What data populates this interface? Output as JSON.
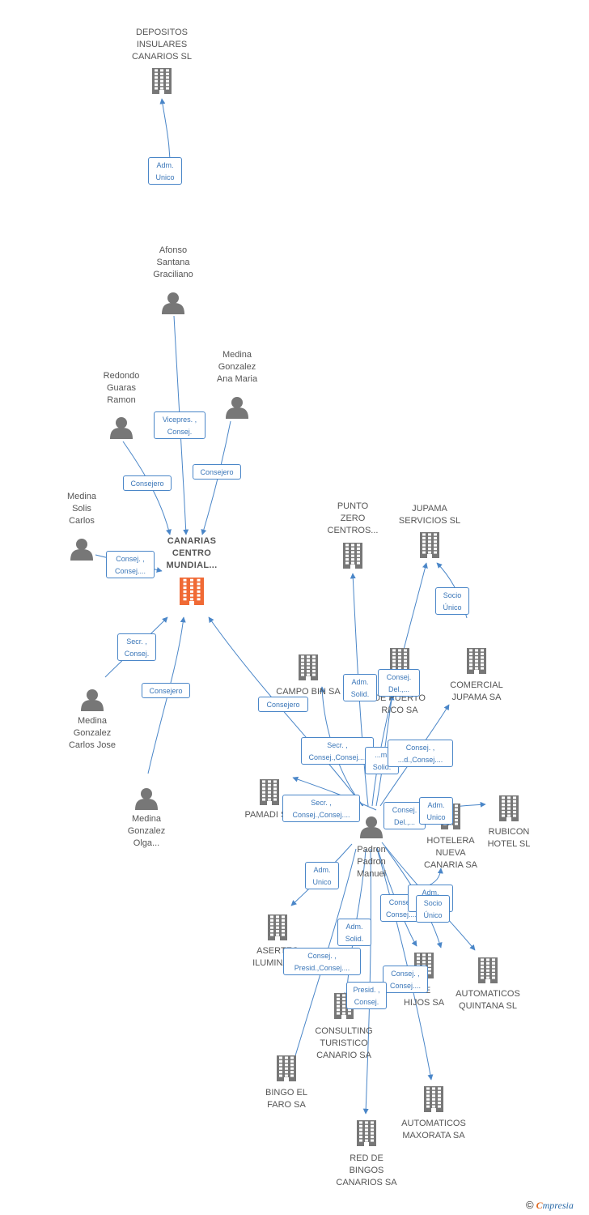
{
  "colors": {
    "edge": "#4a86c8",
    "edge_label_text": "#3a76b8",
    "company_icon": "#777777",
    "center_icon": "#f06a35",
    "person_icon": "#777777",
    "label_text": "#555555"
  },
  "nodes": [
    {
      "id": "depositos",
      "type": "company",
      "lines": [
        "DEPOSITOS",
        "INSULARES",
        "CANARIOS SL"
      ]
    },
    {
      "id": "afonso",
      "type": "person",
      "lines": [
        "Afonso",
        "Santana",
        "Graciliano"
      ]
    },
    {
      "id": "redondo",
      "type": "person",
      "lines": [
        "Redondo",
        "Guaras",
        "Ramon"
      ]
    },
    {
      "id": "medina_ana",
      "type": "person",
      "lines": [
        "Medina",
        "Gonzalez",
        "Ana Maria"
      ]
    },
    {
      "id": "medina_solis",
      "type": "person",
      "lines": [
        "Medina",
        "Solis",
        "Carlos"
      ]
    },
    {
      "id": "canarias",
      "type": "center",
      "lines": [
        "CANARIAS",
        "CENTRO",
        "MUNDIAL..."
      ]
    },
    {
      "id": "medina_cj",
      "type": "person",
      "lines": [
        "Medina",
        "Gonzalez",
        "Carlos Jose"
      ]
    },
    {
      "id": "medina_olga",
      "type": "person",
      "lines": [
        "Medina",
        "Gonzalez",
        "Olga..."
      ]
    },
    {
      "id": "punto",
      "type": "company",
      "lines": [
        "PUNTO",
        "ZERO",
        "CENTROS..."
      ]
    },
    {
      "id": "jupama_serv",
      "type": "company",
      "lines": [
        "JUPAMA",
        "SERVICIOS SL"
      ]
    },
    {
      "id": "campobin",
      "type": "company",
      "lines": [
        "CAMPO BIN SA"
      ]
    },
    {
      "id": "puertorico",
      "type": "company",
      "lines": [
        "...ES",
        "DE PUERTO",
        "RICO SA"
      ]
    },
    {
      "id": "comercial",
      "type": "company",
      "lines": [
        "COMERCIAL",
        "JUPAMA SA"
      ]
    },
    {
      "id": "pamadi",
      "type": "company",
      "lines": [
        "PAMADI S..."
      ]
    },
    {
      "id": "padron",
      "type": "person",
      "lines": [
        "Padron",
        "Padron",
        "Manuel"
      ]
    },
    {
      "id": "hotelera",
      "type": "company",
      "lines": [
        "HOTELERA",
        "NUEVA",
        "CANARIA SA"
      ]
    },
    {
      "id": "rubicon",
      "type": "company",
      "lines": [
        "RUBICON",
        "HOTEL SL"
      ]
    },
    {
      "id": "asertec",
      "type": "company",
      "lines": [
        "ASERTEC",
        "ILUMINAC..."
      ]
    },
    {
      "id": "hijos",
      "type": "company",
      "lines": [
        "...E",
        "HIJOS SA"
      ]
    },
    {
      "id": "aut_quintana",
      "type": "company",
      "lines": [
        "AUTOMATICOS",
        "QUINTANA SL"
      ]
    },
    {
      "id": "consulting",
      "type": "company",
      "lines": [
        "CONSULTING",
        "TURISTICO",
        "CANARIO SA"
      ]
    },
    {
      "id": "bingo",
      "type": "company",
      "lines": [
        "BINGO EL",
        "FARO SA"
      ]
    },
    {
      "id": "aut_maxorata",
      "type": "company",
      "lines": [
        "AUTOMATICOS",
        "MAXORATA SA"
      ]
    },
    {
      "id": "red",
      "type": "company",
      "lines": [
        "RED DE",
        "BINGOS",
        "CANARIOS SA"
      ]
    }
  ],
  "edge_labels": [
    {
      "id": "e_afonso_dep",
      "lines": [
        "Adm.",
        "Unico"
      ]
    },
    {
      "id": "e_afonso_can",
      "lines": [
        "Vicepres. ,",
        "Consej."
      ]
    },
    {
      "id": "e_redondo_can",
      "lines": [
        "Consejero"
      ]
    },
    {
      "id": "e_ana_can",
      "lines": [
        "Consejero"
      ]
    },
    {
      "id": "e_solis_can",
      "lines": [
        "Consej. ,",
        "Consej...."
      ]
    },
    {
      "id": "e_cj_can",
      "lines": [
        "Secr. ,",
        "Consej."
      ]
    },
    {
      "id": "e_olga_can",
      "lines": [
        "Consejero"
      ]
    },
    {
      "id": "e_comercial_jup",
      "lines": [
        "Socio",
        "Único"
      ]
    },
    {
      "id": "e_padron_camp",
      "lines": [
        "Consejero"
      ]
    },
    {
      "id": "e_padron_punto",
      "lines": [
        "Adm.",
        "Solid."
      ]
    },
    {
      "id": "e_padron_pr",
      "lines": [
        "Consej.",
        "Del.,..."
      ]
    },
    {
      "id": "e_padron_sc",
      "lines": [
        "Secr. ,",
        "Consej.,Consej...."
      ]
    },
    {
      "id": "e_padron_msol",
      "lines": [
        "...m.",
        "Solid."
      ]
    },
    {
      "id": "e_padron_com",
      "lines": [
        "Consej. ,",
        "...d.,Consej...."
      ]
    },
    {
      "id": "e_padron_pam",
      "lines": [
        "Secr. ,",
        "Consej.,Consej...."
      ]
    },
    {
      "id": "e_padron_cdel",
      "lines": [
        "Consej.",
        "Del.,..."
      ]
    },
    {
      "id": "e_padron_rub",
      "lines": [
        "Adm.",
        "Unico"
      ]
    },
    {
      "id": "e_padron_ase",
      "lines": [
        "Adm.",
        "Unico"
      ]
    },
    {
      "id": "e_padron_cons1",
      "lines": [
        "Consej.",
        "Consej...."
      ]
    },
    {
      "id": "e_padron_adm2",
      "lines": [
        "Adm.",
        "M..."
      ]
    },
    {
      "id": "e_padron_socio",
      "lines": [
        "Socio",
        "Único"
      ]
    },
    {
      "id": "e_padron_adms",
      "lines": [
        "Adm.",
        "Solid."
      ]
    },
    {
      "id": "e_padron_presid",
      "lines": [
        "Consej. ,",
        "Presid.,Consej...."
      ]
    },
    {
      "id": "e_padron_cons2",
      "lines": [
        "Consej. ,",
        "Consej...."
      ]
    },
    {
      "id": "e_padron_red",
      "lines": [
        "Presid. ,",
        "Consej."
      ]
    }
  ],
  "footer": {
    "copyright": "©",
    "brand_first": "C",
    "brand_rest": "mpresia"
  }
}
